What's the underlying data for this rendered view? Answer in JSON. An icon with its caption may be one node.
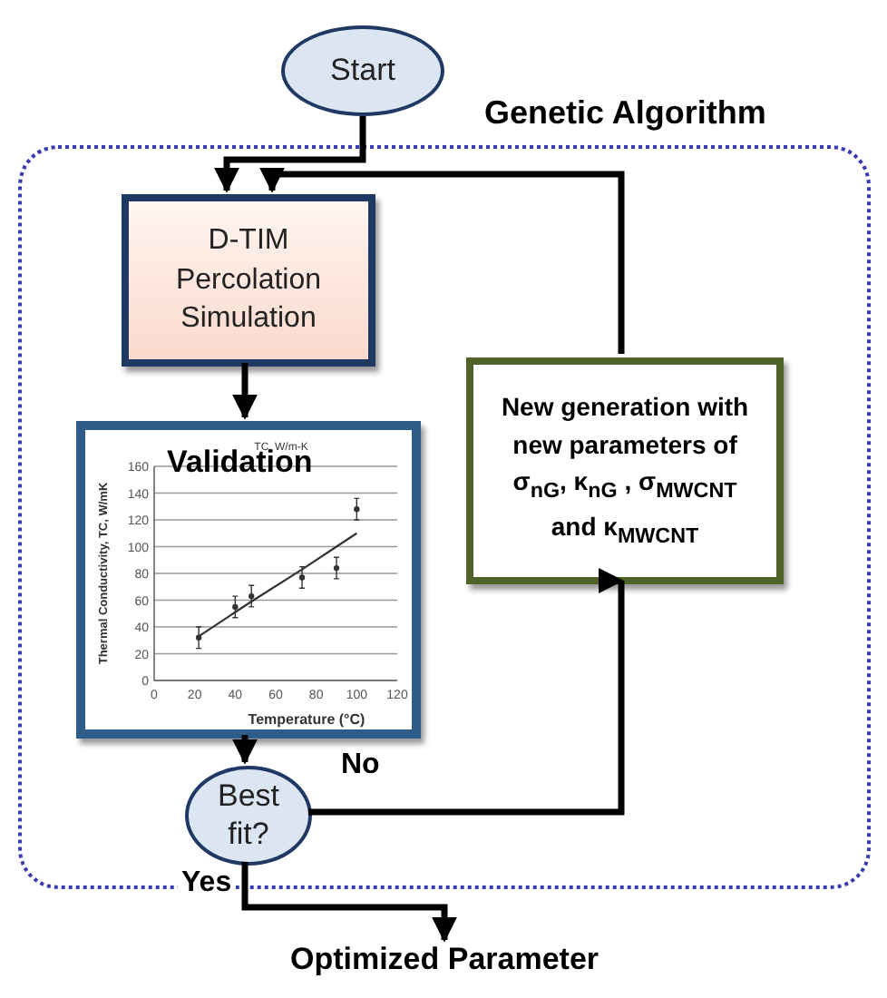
{
  "diagram": {
    "nodes": [
      {
        "text": [
          "Start"
        ]
      },
      {
        "text": [
          "Genetic Algorithm"
        ]
      },
      {
        "text": [
          "D-TIM Percolation Simulation"
        ],
        "in": 1
      },
      {
        "text": [
          "Validation"
        ],
        "in": 1
      },
      {
        "text": [
          "New generation with new parameters of σ$_{nG}$, κ$_{nG}$ , σ$_{MWCNT}$ and κ$_{MWCNT}$"
        ],
        "in": 1
      },
      {
        "text": [
          "Best fit?"
        ],
        "in": 1
      },
      {
        "text": [
          "Optimized Parameter"
        ]
      }
    ],
    "edges": [
      {
        "from": 0,
        "to": 2,
        "arrow": "to"
      },
      {
        "from": 2,
        "to": 3,
        "arrow": "to"
      },
      {
        "from": 3,
        "to": 5,
        "arrow": "to"
      },
      {
        "from": 5,
        "to": 4,
        "arrow": "to",
        "label": "No"
      },
      {
        "from": 4,
        "to": 2,
        "arrow": "to"
      },
      {
        "from": 5,
        "to": 6,
        "arrow": "to",
        "label": "Yes"
      }
    ],
    "chart_data": {
      "type": "scatter",
      "title": "TC, W/m-K",
      "xlabel": "Temperature (°C)",
      "ylabel": "Thermal Conductivity, TC, W/mK",
      "x": [
        22,
        40,
        48,
        73,
        90,
        100
      ],
      "series": [
        {
          "color": "#333333",
          "values": [
            32,
            55,
            63,
            77,
            84,
            128
          ],
          "errors": [
            8,
            8,
            8,
            8,
            8,
            8
          ]
        },
        {
          "color": "#333333",
          "values": [
            33,
            51,
            59,
            83,
            100,
            110
          ],
          "type": "line"
        }
      ],
      "grid": true,
      "xlim": [
        0,
        120
      ],
      "ylim": [
        0,
        160
      ],
      "xticks": [
        0,
        20,
        40,
        60,
        80,
        100,
        120
      ],
      "yticks": [
        0,
        20,
        40,
        60,
        80,
        100,
        120,
        140,
        160
      ]
    }
  }
}
